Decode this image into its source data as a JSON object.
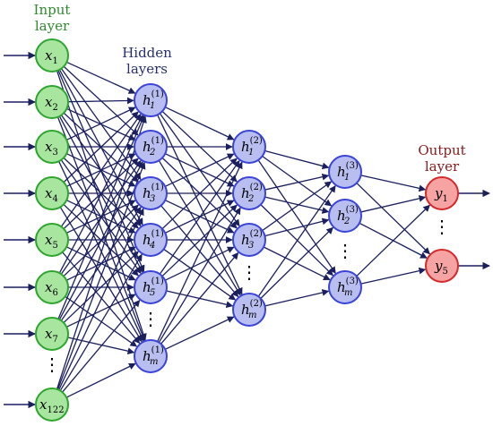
{
  "diagram": {
    "input_layer": {
      "title_lines": [
        "Input",
        "layer"
      ],
      "title_color": "#2f8a2f",
      "node_fill": "#a8e6a0",
      "node_stroke": "#2ea52e",
      "nodes": [
        {
          "base": "x",
          "sub": "1"
        },
        {
          "base": "x",
          "sub": "2"
        },
        {
          "base": "x",
          "sub": "3"
        },
        {
          "base": "x",
          "sub": "4"
        },
        {
          "base": "x",
          "sub": "5"
        },
        {
          "base": "x",
          "sub": "6"
        },
        {
          "base": "x",
          "sub": "7"
        },
        {
          "base": "x",
          "sub": "122"
        }
      ],
      "ellipsis_after": 6
    },
    "hidden_layers": {
      "title_lines": [
        "Hidden",
        "layers"
      ],
      "title_color": "#27306e",
      "node_fill": "#b9bef0",
      "node_stroke": "#3a44d8",
      "layers": [
        {
          "sup": "(1)",
          "nodes": [
            {
              "base": "h",
              "sub": "1"
            },
            {
              "base": "h",
              "sub": "2"
            },
            {
              "base": "h",
              "sub": "3"
            },
            {
              "base": "h",
              "sub": "4"
            },
            {
              "base": "h",
              "sub": "5"
            },
            {
              "base": "h",
              "sub": "m"
            }
          ],
          "ellipsis_after": 4
        },
        {
          "sup": "(2)",
          "nodes": [
            {
              "base": "h",
              "sub": "1"
            },
            {
              "base": "h",
              "sub": "2"
            },
            {
              "base": "h",
              "sub": "3"
            },
            {
              "base": "h",
              "sub": "m"
            }
          ],
          "ellipsis_after": 2
        },
        {
          "sup": "(3)",
          "nodes": [
            {
              "base": "h",
              "sub": "1"
            },
            {
              "base": "h",
              "sub": "2"
            },
            {
              "base": "h",
              "sub": "m"
            }
          ],
          "ellipsis_after": 1
        }
      ]
    },
    "output_layer": {
      "title_lines": [
        "Output",
        "layer"
      ],
      "title_color": "#8b1a1a",
      "node_fill": "#f5a3a3",
      "node_stroke": "#d42a2a",
      "nodes": [
        {
          "base": "y",
          "sub": "1"
        },
        {
          "base": "y",
          "sub": "5"
        }
      ],
      "ellipsis_after": 0
    },
    "edge_color": "#1a1f5e",
    "ellipsis_symbol": "⋮"
  }
}
